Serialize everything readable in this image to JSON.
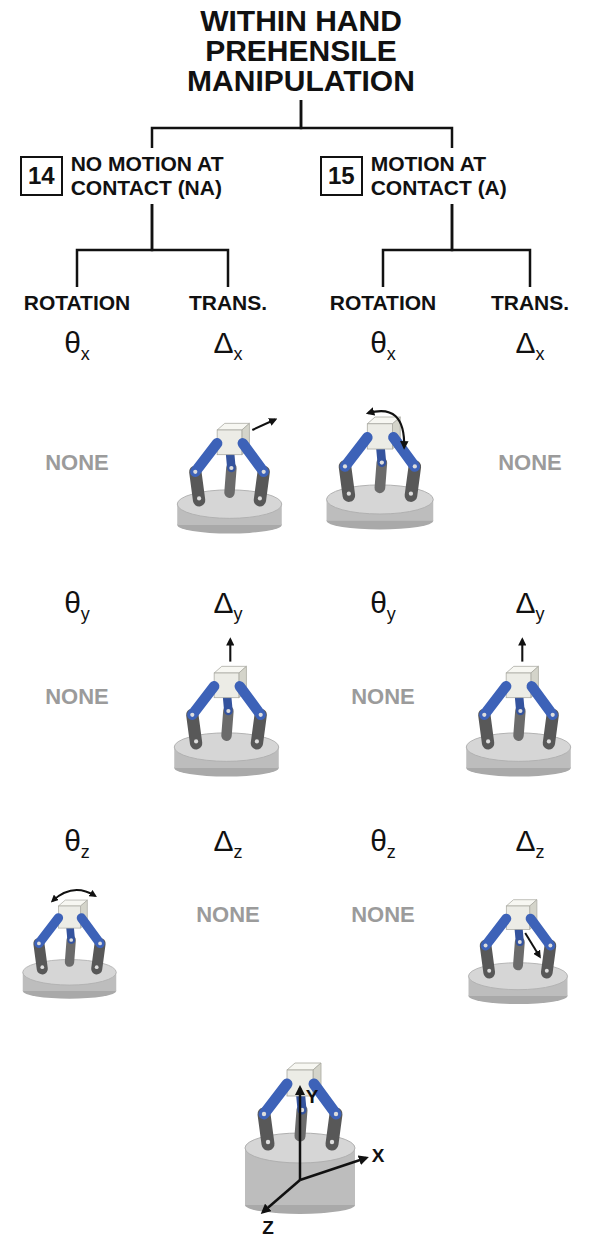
{
  "diagram": {
    "nodes": [
      {
        "text": [
          "WITHIN HAND PREHENSILE MANIPULATION"
        ]
      },
      {
        "text": [
          "14",
          "NO MOTION AT CONTACT (NA)"
        ]
      },
      {
        "text": [
          "15",
          "MOTION AT CONTACT (A)"
        ]
      },
      {
        "text": [
          "ROTATION"
        ]
      },
      {
        "text": [
          "TRANS."
        ]
      },
      {
        "text": [
          "ROTATION"
        ]
      },
      {
        "text": [
          "TRANS."
        ]
      }
    ],
    "edges": [
      {
        "from": 0,
        "to": 1,
        "arrow": "none"
      },
      {
        "from": 0,
        "to": 2,
        "arrow": "none"
      },
      {
        "from": 1,
        "to": 3,
        "arrow": "none"
      },
      {
        "from": 1,
        "to": 4,
        "arrow": "none"
      },
      {
        "from": 2,
        "to": 5,
        "arrow": "none"
      },
      {
        "from": 2,
        "to": 6,
        "arrow": "none"
      }
    ],
    "labels": [
      "θx",
      "Δx",
      "θx",
      "Δx",
      "NONE",
      "NONE",
      "θy",
      "Δy",
      "θy",
      "Δy",
      "NONE",
      "NONE",
      "θz",
      "Δz",
      "θz",
      "Δz",
      "NONE",
      "NONE",
      "Y",
      "X",
      "Z"
    ]
  }
}
